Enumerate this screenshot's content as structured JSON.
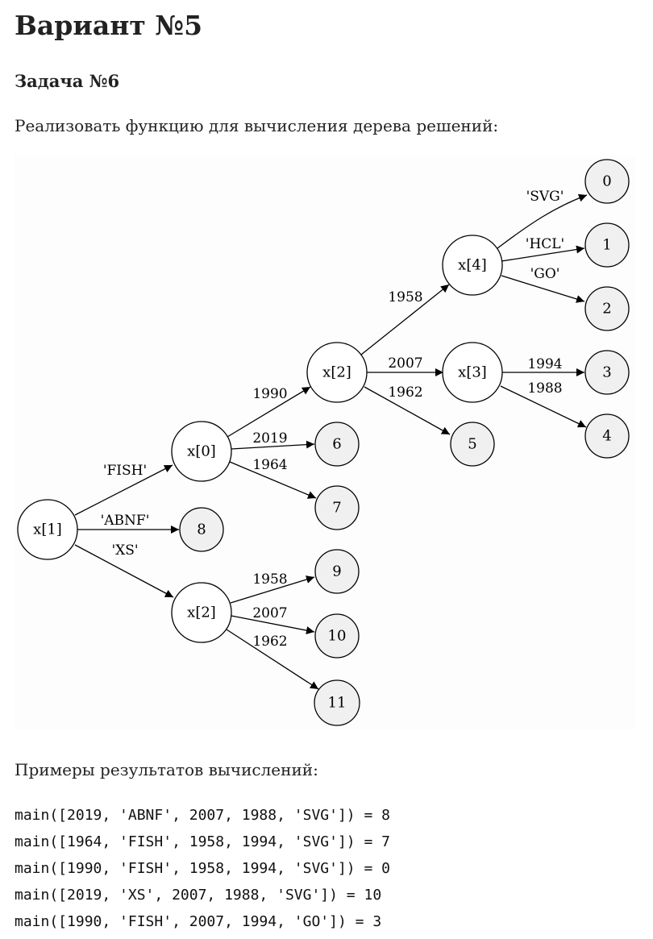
{
  "variant_title": "Вариант №5",
  "task_title": "Задача №6",
  "task_description": "Реализовать функцию для вычисления дерева решений:",
  "examples_heading": "Примеры результатов вычислений:",
  "examples": [
    "main([2019, 'ABNF', 2007, 1988, 'SVG']) = 8",
    "main([1964, 'FISH', 1958, 1994, 'SVG']) = 7",
    "main([1990, 'FISH', 1958, 1994, 'SVG']) = 0",
    "main([2019, 'XS', 2007, 1988, 'SVG']) = 10",
    "main([1990, 'FISH', 2007, 1994, 'GO']) = 3"
  ],
  "tree": {
    "nodes": {
      "root": "x[1]",
      "x0": "x[0]",
      "x2a": "x[2]",
      "x4": "x[4]",
      "x3": "x[3]",
      "x2b": "x[2]",
      "l0": "0",
      "l1": "1",
      "l2": "2",
      "l3": "3",
      "l4": "4",
      "l5": "5",
      "l6": "6",
      "l7": "7",
      "l8": "8",
      "l9": "9",
      "l10": "10",
      "l11": "11"
    },
    "edges": {
      "root_x0": "'FISH'",
      "root_l8": "'ABNF'",
      "root_x2b": "'XS'",
      "x0_x2a": "1990",
      "x0_l6": "2019",
      "x0_l7": "1964",
      "x2a_x4": "1958",
      "x2a_x3": "2007",
      "x2a_l5": "1962",
      "x4_l0": "'SVG'",
      "x4_l1": "'HCL'",
      "x4_l2": "'GO'",
      "x3_l3": "1994",
      "x3_l4": "1988",
      "x2b_l9": "1958",
      "x2b_l10": "2007",
      "x2b_l11": "1962"
    }
  }
}
